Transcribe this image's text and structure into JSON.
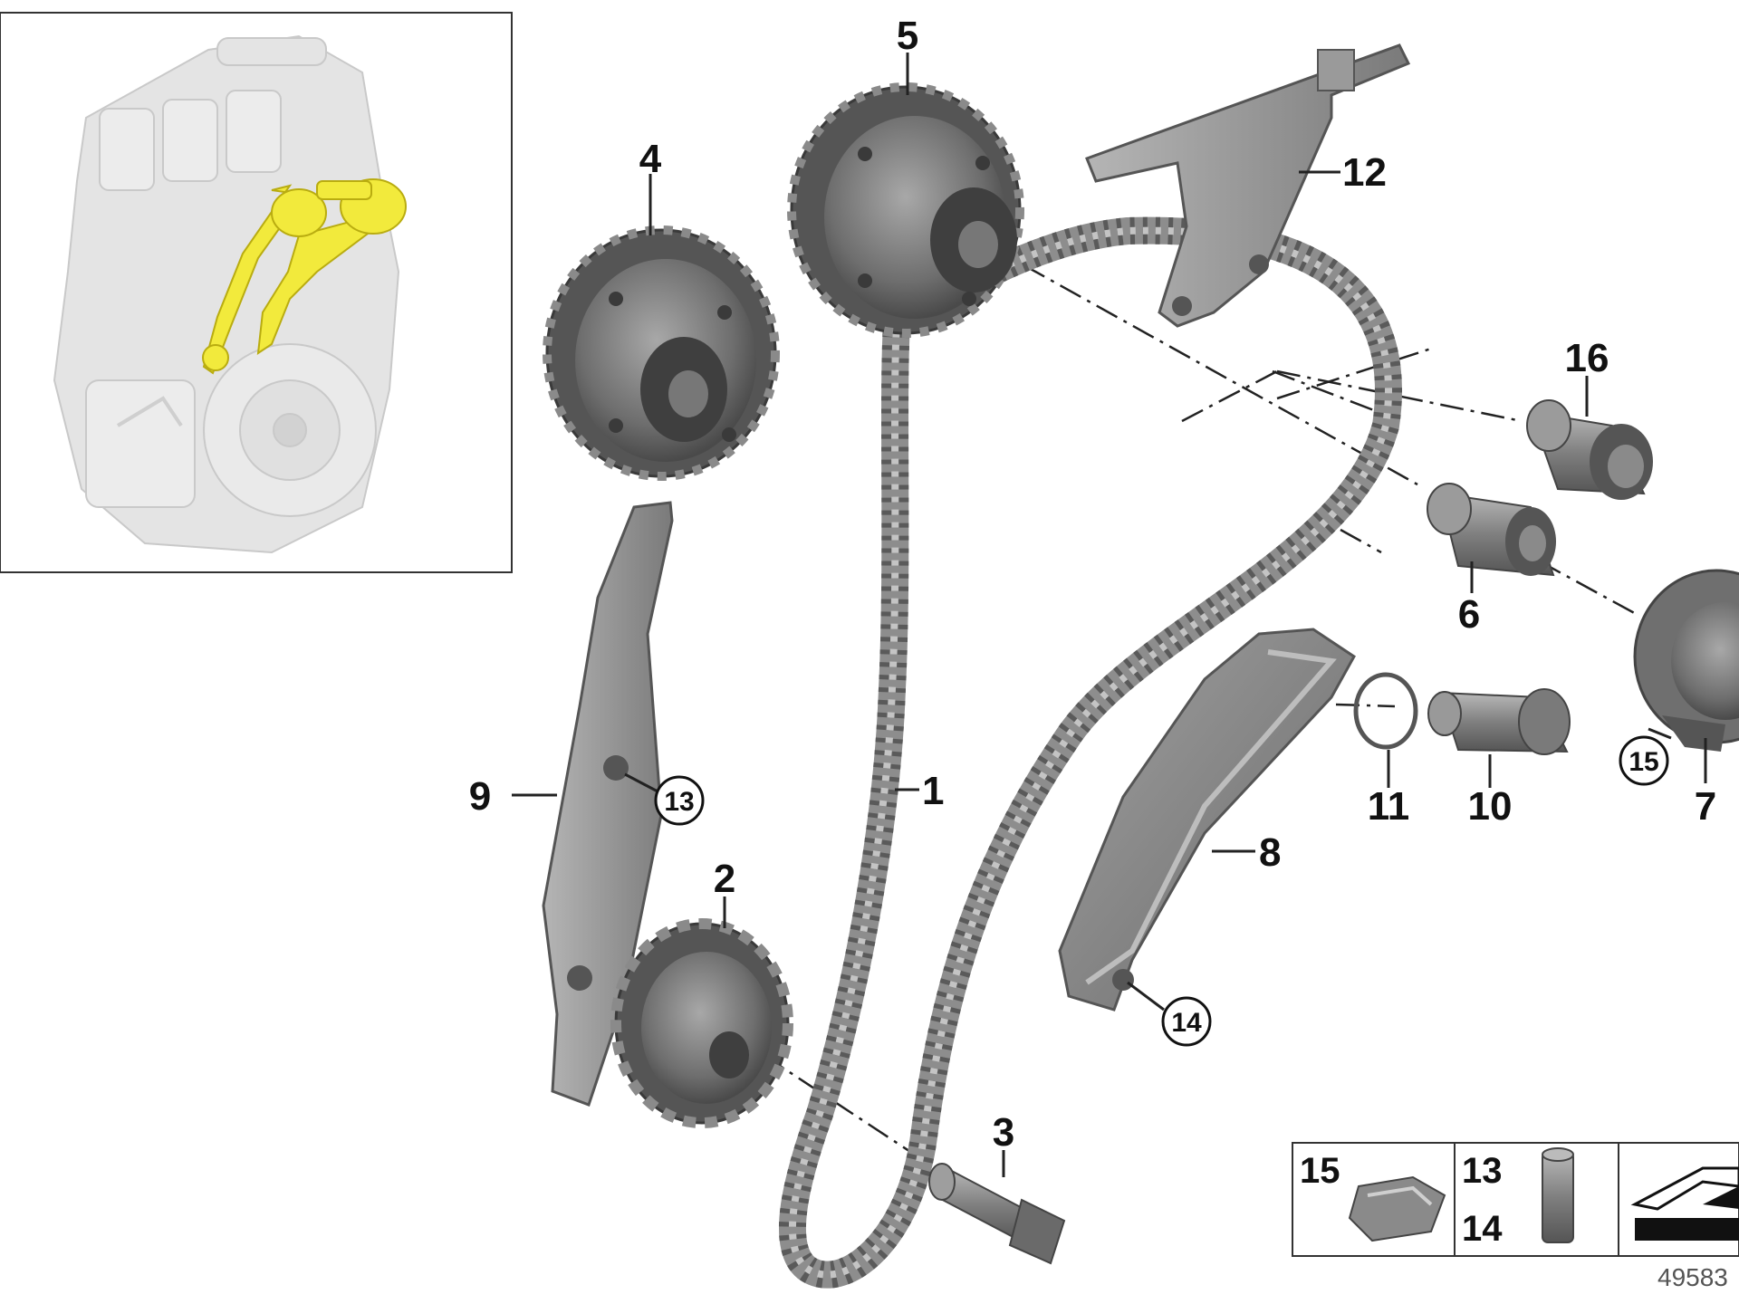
{
  "callouts": {
    "c1": "1",
    "c2": "2",
    "c3": "3",
    "c4": "4",
    "c5": "5",
    "c6": "6",
    "c7": "7",
    "c8": "8",
    "c9": "9",
    "c10": "10",
    "c11": "11",
    "c12": "12",
    "c16": "16"
  },
  "circled": {
    "c13": "13",
    "c14": "14",
    "c15": "15"
  },
  "legend": {
    "box1_label": "15",
    "box2_label_top": "13",
    "box2_label_bottom": "14"
  },
  "doc_number": "49583",
  "colors": {
    "part_gray": "#8c8c8c",
    "part_dark": "#555555",
    "highlight": "#f2ea3c",
    "engine_ghost": "#dcdcdc"
  }
}
